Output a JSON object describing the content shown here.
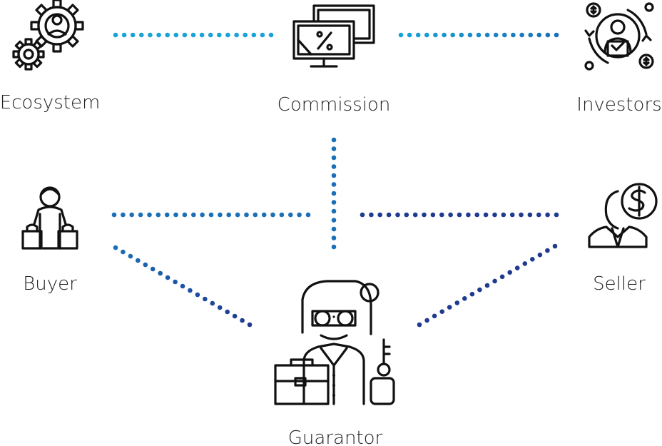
{
  "nodes": {
    "ecosystem": {
      "label": "Ecosystem",
      "icon": "gears-icon"
    },
    "commission": {
      "label": "Commission",
      "icon": "percent-monitor-icon"
    },
    "investors": {
      "label": "Investors",
      "icon": "investor-cycle-icon"
    },
    "buyer": {
      "label": "Buyer",
      "icon": "shopper-bags-icon"
    },
    "seller": {
      "label": "Seller",
      "icon": "businessman-dollar-icon"
    },
    "guarantor": {
      "label": "Guarantor",
      "icon": "woman-briefcase-key-icon"
    }
  },
  "connectors": [
    {
      "from": "ecosystem",
      "to": "commission"
    },
    {
      "from": "commission",
      "to": "investors"
    },
    {
      "from": "commission",
      "to": "guarantor"
    },
    {
      "from": "buyer",
      "to": "guarantor"
    },
    {
      "from": "seller",
      "to": "guarantor"
    },
    {
      "from": "buyer",
      "to": "guarantor"
    },
    {
      "from": "seller",
      "to": "guarantor"
    }
  ],
  "colors": {
    "dot_light": "#1aa3d6",
    "dot_mid": "#1a6fb8",
    "dot_dark": "#1f3a8f",
    "icon_stroke": "#111111",
    "label_text": "#222222"
  }
}
